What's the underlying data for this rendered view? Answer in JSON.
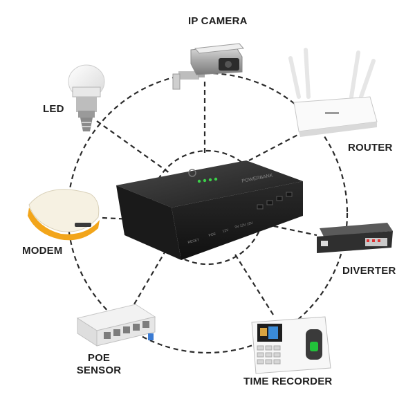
{
  "labels": {
    "ip_camera": "IP CAMERA",
    "led": "LED",
    "router": "ROUTER",
    "modem": "MODEM",
    "diverter": "DIVERTER",
    "poe_sensor_line1": "POE",
    "poe_sensor_line2": "SENSOR",
    "time_recorder": "TIME RECORDER"
  },
  "ups_device": {
    "brand_text": "POWERBANK",
    "port_texts": [
      "RESET",
      "POE",
      "12V",
      "9V 12V 15V"
    ]
  },
  "colors": {
    "line": "#2a2a2a",
    "ups_body": "#2b2b2b",
    "ups_top": "#3a3a3a",
    "led_indicator": "#3cd14a",
    "modem_accent": "#f2a51a",
    "label_text": "#1f1f1f"
  },
  "icons": [
    "ip-camera-icon",
    "led-bulb-icon",
    "router-icon",
    "modem-icon",
    "diverter-switch-icon",
    "poe-switch-icon",
    "time-recorder-icon",
    "mini-ups-icon"
  ]
}
